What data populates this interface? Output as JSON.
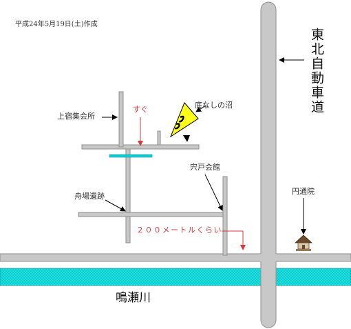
{
  "header": {
    "date": "平成24年5月19日(土)作成"
  },
  "labels": {
    "highway": "東北自動車道",
    "kamiyado": "上宿集会所",
    "sugu": "すぐ",
    "pond": "底なしの沼",
    "shishido": "宍戸会館",
    "funaba": "舟場遺跡",
    "entsuin": "円通院",
    "distance": "２００メートルくらい",
    "river": "鳴瀬川"
  },
  "colors": {
    "road_fill": "#c8c8c8",
    "road_edge": "#8e8e8e",
    "river_fill": "#19e1e1",
    "river_dots": "#0a8a9a",
    "sign_fill": "#ffff1a",
    "red_arrow": "#d23a3a"
  },
  "icons": [
    "warning-sign-icon",
    "temple-icon",
    "pointer-arrow-icon"
  ]
}
